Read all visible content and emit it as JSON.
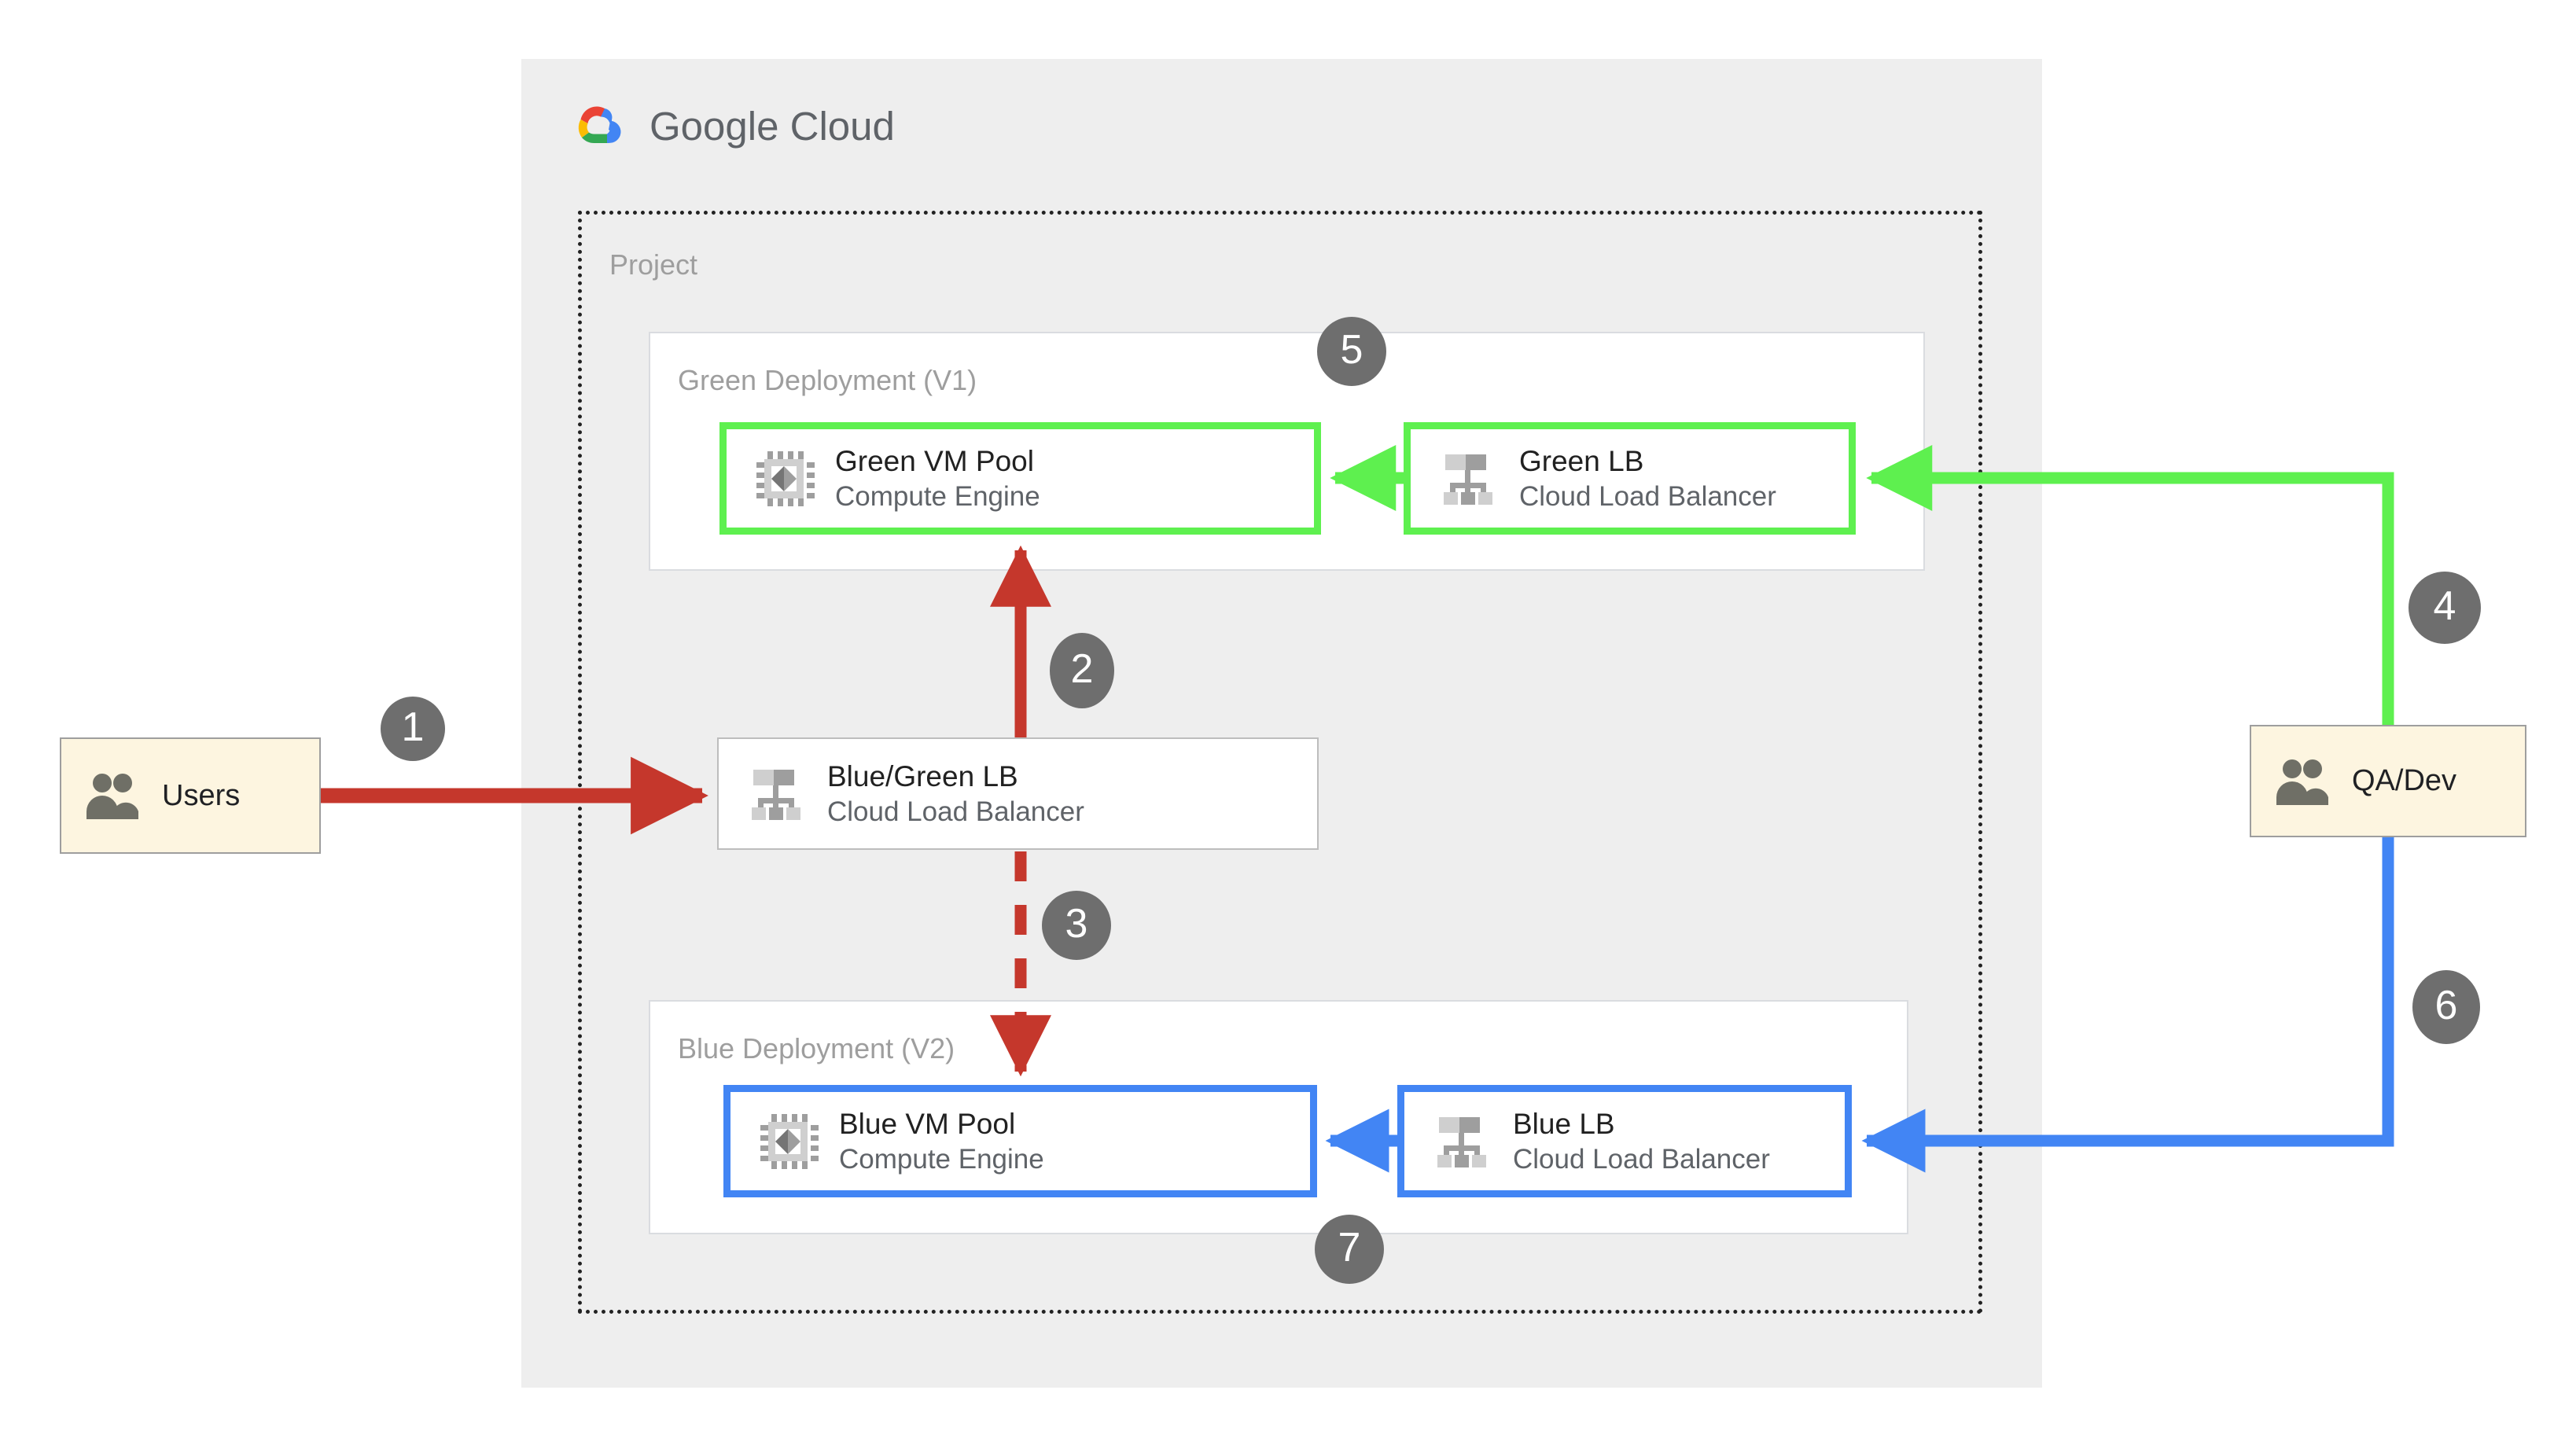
{
  "brand": {
    "logo_icon": "google-cloud-logo-icon",
    "name_light": "Google",
    "name_regular": " Cloud",
    "colors": {
      "red": "#EA4335",
      "yellow": "#FBBC05",
      "green": "#34A853",
      "blue": "#4285F4",
      "container_bg": "#EEEEEE"
    }
  },
  "project": {
    "label": "Project"
  },
  "deployments": {
    "green": {
      "label": "Green Deployment (V1)",
      "accent": "#5EF04F",
      "cards": [
        {
          "name": "green-vm-pool",
          "icon": "compute-engine-icon",
          "title": "Green VM Pool",
          "subtitle": "Compute Engine"
        },
        {
          "name": "green-lb",
          "icon": "cloud-load-balancer-icon",
          "title": "Green LB",
          "subtitle": "Cloud Load Balancer"
        }
      ]
    },
    "blue": {
      "label": "Blue Deployment (V2)",
      "accent": "#4285F4",
      "cards": [
        {
          "name": "blue-vm-pool",
          "icon": "compute-engine-icon",
          "title": "Blue VM Pool",
          "subtitle": "Compute Engine"
        },
        {
          "name": "blue-lb",
          "icon": "cloud-load-balancer-icon",
          "title": "Blue LB",
          "subtitle": "Cloud Load Balancer"
        }
      ]
    }
  },
  "router": {
    "name": "blue-green-lb",
    "icon": "cloud-load-balancer-icon",
    "title": "Blue/Green LB",
    "subtitle": "Cloud Load Balancer"
  },
  "actors": [
    {
      "name": "users",
      "icon": "people-icon",
      "label": "Users"
    },
    {
      "name": "qa-dev",
      "icon": "people-icon",
      "label": "QA/Dev"
    }
  ],
  "steps": [
    {
      "id": 1,
      "label": "1",
      "flow": "users-to-blue-green-lb",
      "color": "#C5372C"
    },
    {
      "id": 2,
      "label": "2",
      "flow": "blue-green-lb-to-green-vm-pool",
      "color": "#C5372C"
    },
    {
      "id": 3,
      "label": "3",
      "flow": "blue-green-lb-to-blue-vm-pool-dashed",
      "color": "#C5372C"
    },
    {
      "id": 4,
      "label": "4",
      "flow": "qa-dev-to-green-lb",
      "color": "#5EF04F"
    },
    {
      "id": 5,
      "label": "5",
      "flow": "green-lb-to-green-vm-pool",
      "color": "#5EF04F"
    },
    {
      "id": 6,
      "label": "6",
      "flow": "qa-dev-to-blue-lb",
      "color": "#4285F4"
    },
    {
      "id": 7,
      "label": "7",
      "flow": "blue-lb-to-blue-vm-pool",
      "color": "#4285F4"
    }
  ],
  "connector_colors": {
    "traffic_red": "#C5372C",
    "green": "#5EF04F",
    "blue": "#4285F4"
  }
}
